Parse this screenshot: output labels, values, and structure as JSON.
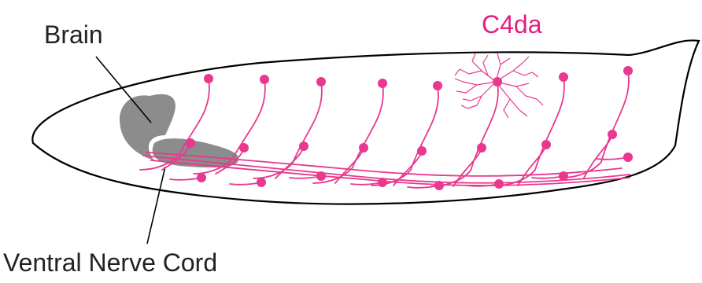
{
  "labels": {
    "brain": "Brain",
    "vnc": "Ventral Nerve Cord",
    "neuron": "C4da"
  },
  "colors": {
    "neuron": "#e8388f",
    "label_neuron": "#e0207f",
    "brain_tissue": "#8c8c8c",
    "outline": "#000000",
    "text": "#222222"
  }
}
